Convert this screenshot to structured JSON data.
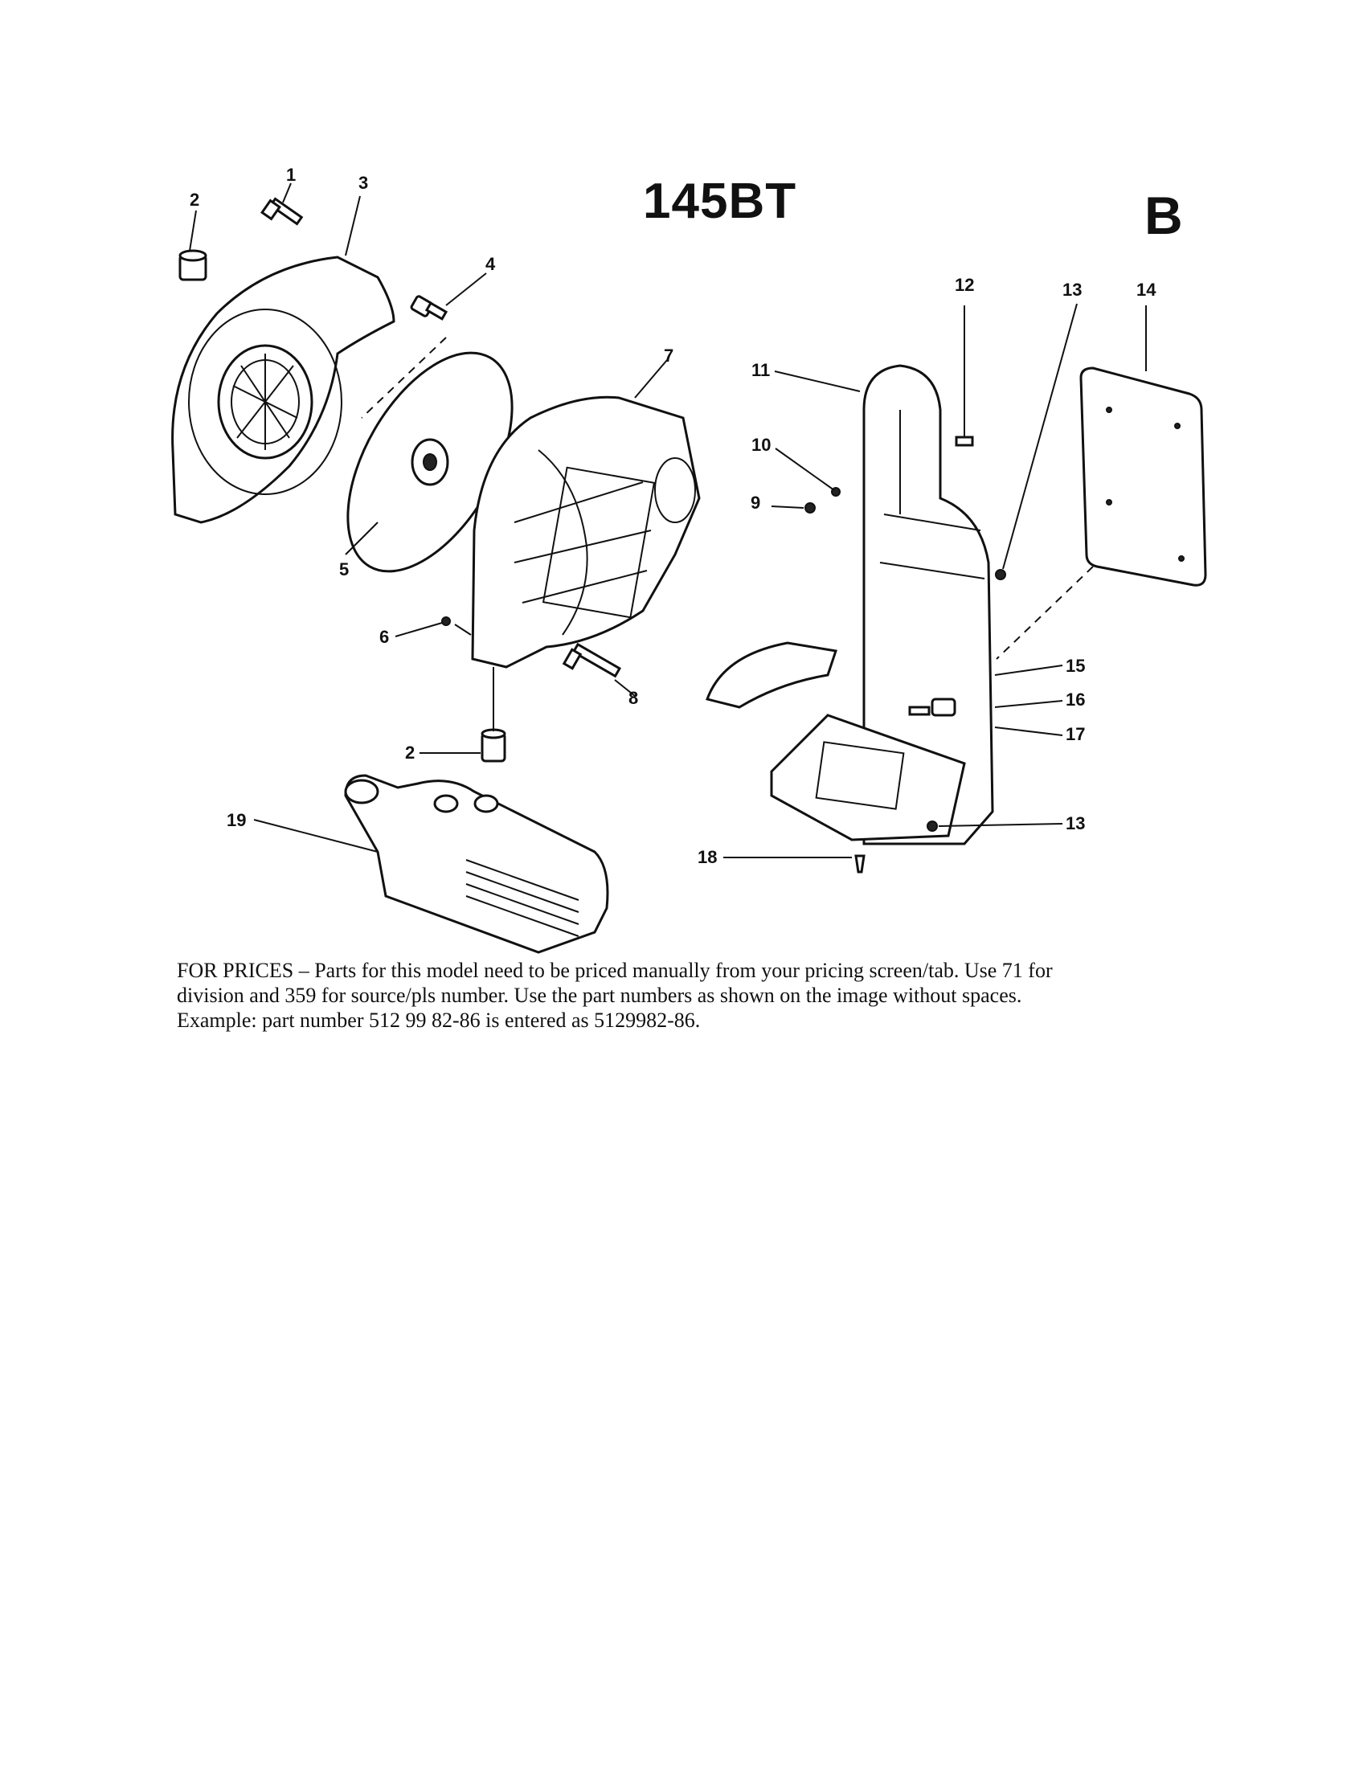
{
  "diagram": {
    "model": "145BT",
    "section": "B",
    "callouts": [
      "1",
      "2",
      "3",
      "4",
      "5",
      "6",
      "7",
      "8",
      "2",
      "9",
      "10",
      "11",
      "12",
      "13",
      "14",
      "15",
      "16",
      "17",
      "13",
      "18",
      "19"
    ]
  },
  "note": {
    "text": "FOR PRICES – Parts for this model need to be priced manually from your pricing screen/tab.  Use 71 for\ndivision and 359 for source/pls number.  Use the part numbers as shown on the image without spaces.\nExample: part number 512 99 82-86 is entered as 5129982-86."
  }
}
